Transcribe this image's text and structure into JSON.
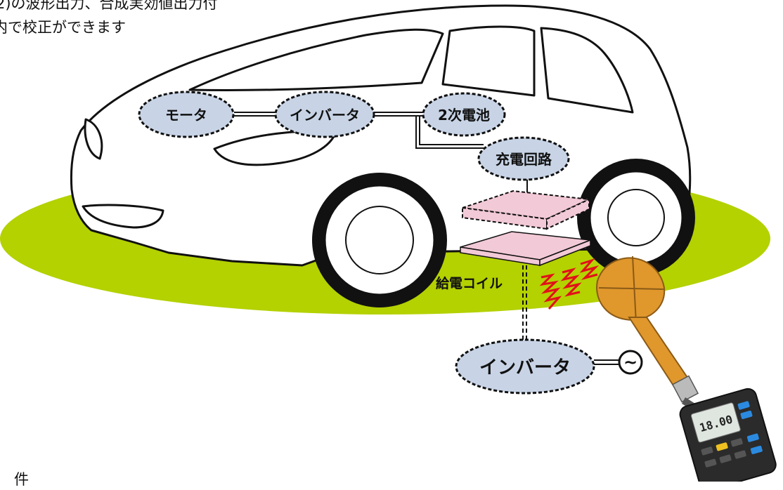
{
  "caption": {
    "line1": "2)の波形出力、合成実効値出力付",
    "line2": "内で校正ができます",
    "bottom_fragment": "件"
  },
  "vehicle": {
    "motor": "モータ",
    "inverter": "インバータ",
    "battery": "2次電池",
    "charging_circuit": "充電回路"
  },
  "ground": {
    "feed_coil": "給電コイル",
    "inverter": "インバータ",
    "ac_source_symbol": "~"
  },
  "meter": {
    "display_value": "18.00"
  },
  "colors": {
    "ground": "#b4d100",
    "node_fill": "#c8d4e6",
    "coil_fill": "#f2c9d6",
    "wave": "#e2101a",
    "probe": "#e0972c",
    "meter_body": "#2b2b2b"
  }
}
